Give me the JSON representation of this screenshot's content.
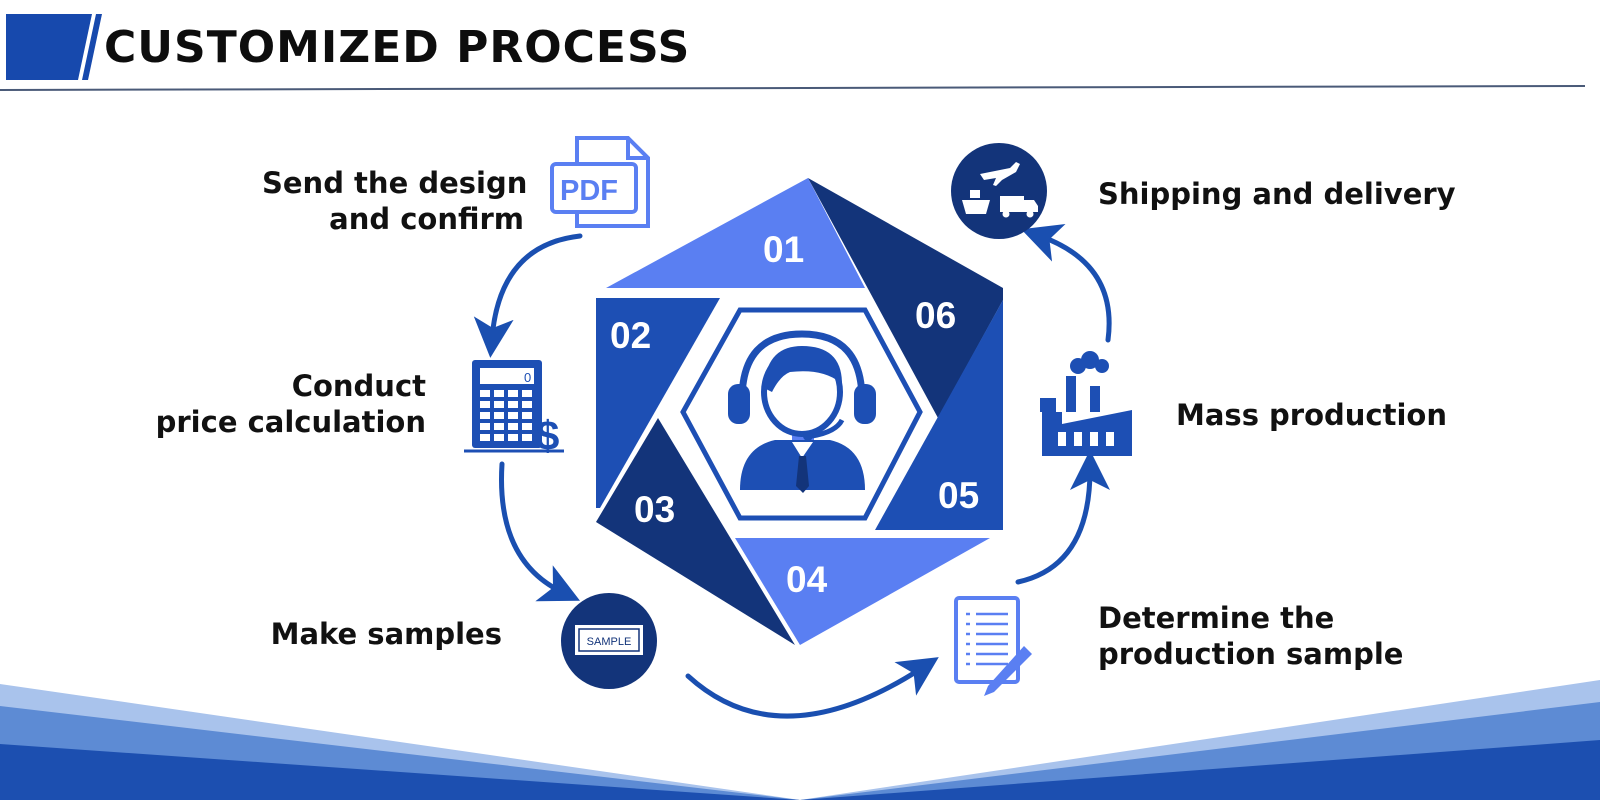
{
  "header": {
    "title": "CUSTOMIZED PROCESS"
  },
  "steps": [
    {
      "number": "01",
      "lines": [
        "Send the design",
        "and confirm"
      ],
      "icon": "pdf-document-icon"
    },
    {
      "number": "02",
      "lines": [
        "Conduct",
        "price calculation"
      ],
      "icon": "calculator-dollar-icon"
    },
    {
      "number": "03",
      "lines": [
        "Make samples"
      ],
      "icon": "sample-tag-icon"
    },
    {
      "number": "04",
      "lines": [
        "Determine the",
        "production sample"
      ],
      "icon": "document-pencil-icon"
    },
    {
      "number": "05",
      "lines": [
        "Mass production"
      ],
      "icon": "factory-icon"
    },
    {
      "number": "06",
      "lines": [
        "Shipping and delivery"
      ],
      "icon": "shipping-transport-icon"
    }
  ],
  "center": {
    "icon": "customer-service-agent-icon"
  },
  "sample_tag_text": "SAMPLE",
  "pdf_text": "PDF",
  "calculator_display": "0",
  "currency_symbol": "$",
  "colors": {
    "dark_navy": "#13347a",
    "royal_blue": "#1d4fb4",
    "periwinkle": "#5a7ff2",
    "accent_blue": "#1a4fb0",
    "band_light": "#7ea3dc"
  }
}
